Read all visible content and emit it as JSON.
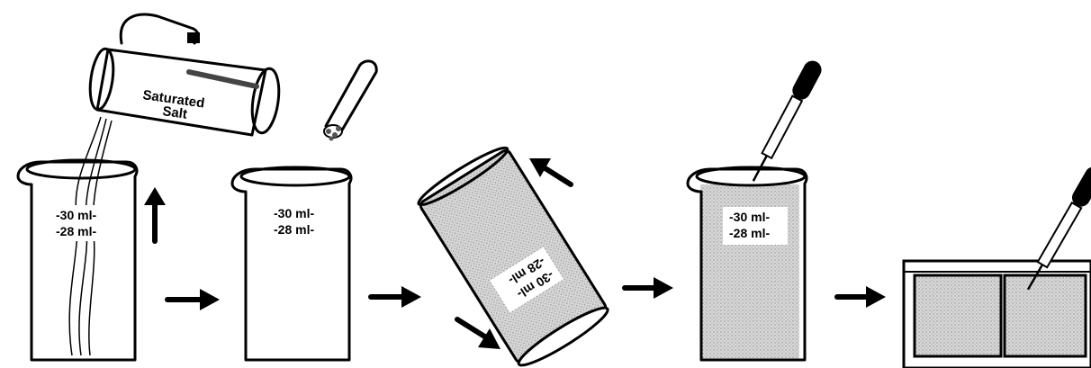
{
  "pitcher": {
    "line1": "Saturated",
    "line2": "Salt"
  },
  "beaker1": {
    "mark_top": "-30 ml-",
    "mark_bottom": "-28 ml-"
  },
  "beaker2": {
    "mark_top": "-30 ml-",
    "mark_bottom": "-28 ml-"
  },
  "beaker3": {
    "mark_top": "-30 ml-",
    "mark_bottom": "-28 ml-"
  },
  "beaker4": {
    "mark_top": "-30 ml-",
    "mark_bottom": "-28 ml-"
  },
  "colors": {
    "ink": "#000000",
    "paper": "#ffffff",
    "liquid_shade": "#c8c8c8"
  }
}
